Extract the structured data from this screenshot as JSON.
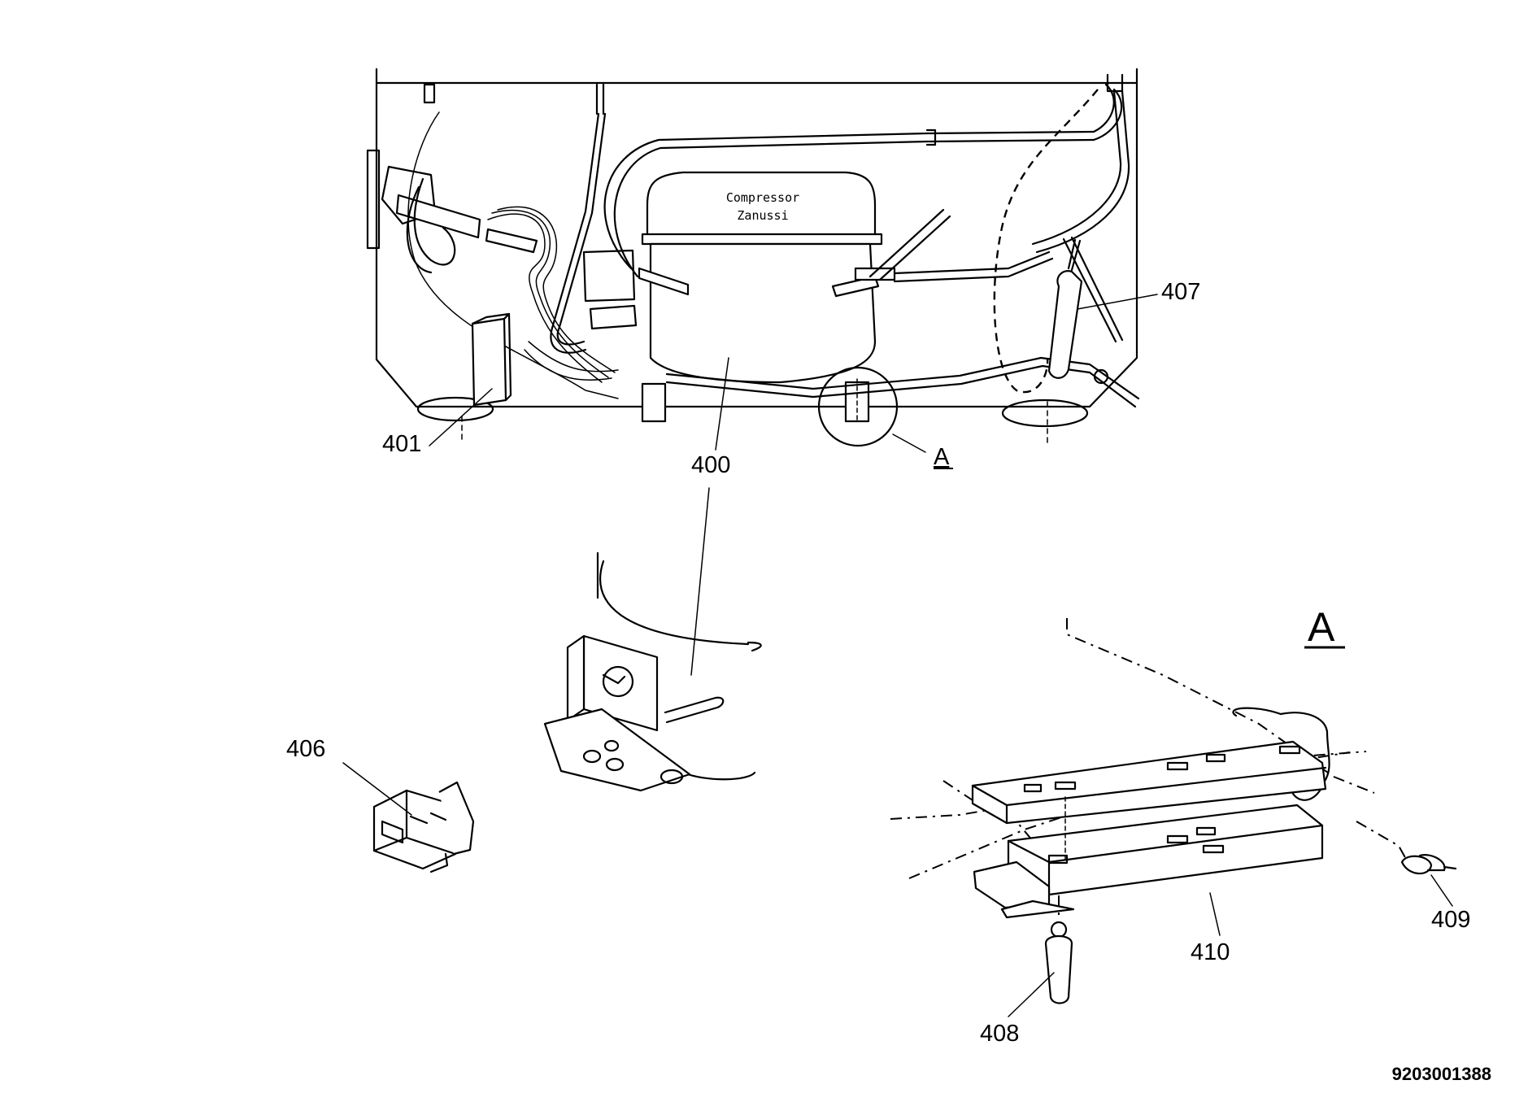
{
  "diagram": {
    "compressor_text": [
      "Compressor",
      "Zanussi"
    ],
    "detail_marker": "A",
    "detail_title": "A",
    "parts": [
      {
        "ref": "400"
      },
      {
        "ref": "401"
      },
      {
        "ref": "406"
      },
      {
        "ref": "407"
      },
      {
        "ref": "408"
      },
      {
        "ref": "409"
      },
      {
        "ref": "410"
      }
    ],
    "drawing_number": "9203001388"
  }
}
